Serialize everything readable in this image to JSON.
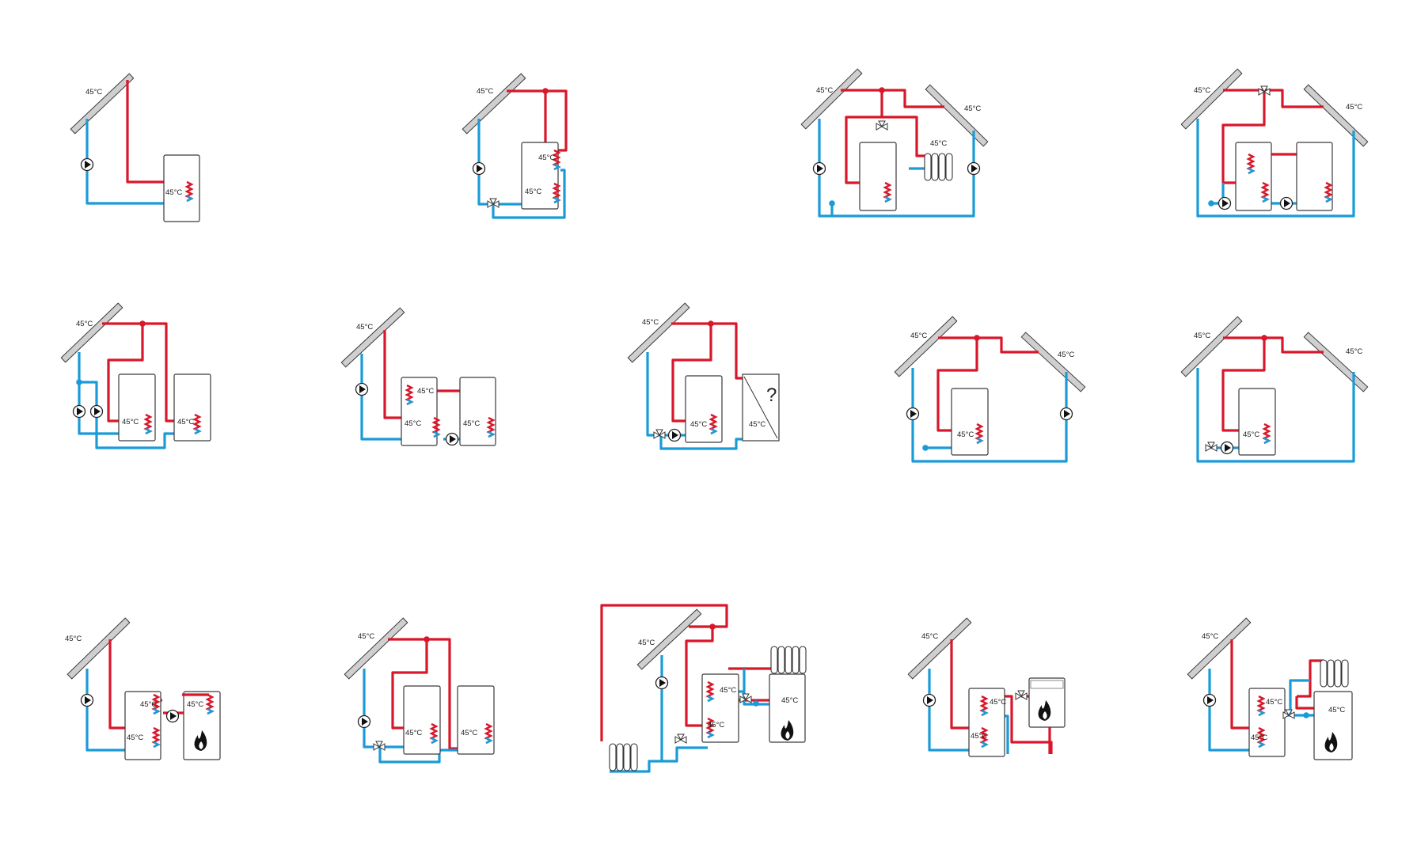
{
  "labels": {
    "temp": "45°C",
    "unknown": "?"
  },
  "colors": {
    "hot": "#d9172a",
    "cold": "#1a9bd7",
    "outline": "#3a3a3a",
    "collector": "#555555"
  },
  "icons": [
    "solar-collector-icon",
    "storage-tank-icon",
    "heat-exchanger-coil-icon",
    "pump-icon",
    "three-way-valve-icon",
    "radiator-icon",
    "flame-icon",
    "junction-dot-icon"
  ],
  "schemes": [
    {
      "id": "s01"
    },
    {
      "id": "s02"
    },
    {
      "id": "s03"
    },
    {
      "id": "s04"
    },
    {
      "id": "s05"
    },
    {
      "id": "s06"
    },
    {
      "id": "s07"
    },
    {
      "id": "s08"
    },
    {
      "id": "s09"
    },
    {
      "id": "s10"
    },
    {
      "id": "s11"
    },
    {
      "id": "s12"
    },
    {
      "id": "s13"
    },
    {
      "id": "s14"
    }
  ]
}
